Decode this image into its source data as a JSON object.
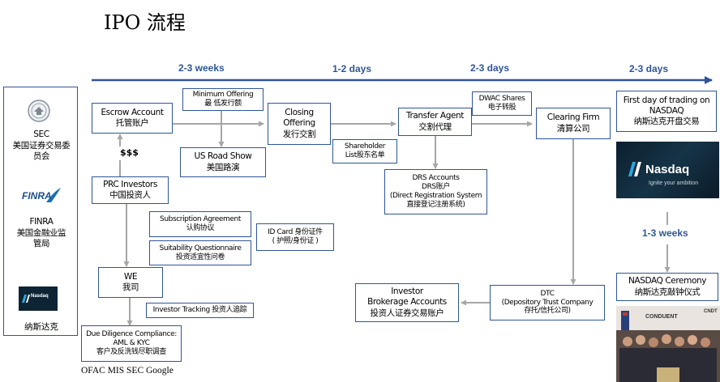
{
  "title": "IPO 流程",
  "timeline": {
    "labels": [
      "2-3 weeks",
      "1-2 days",
      "2-3 days",
      "2-3 days"
    ],
    "color": "#2f5597"
  },
  "side_panel": {
    "sec_label": [
      "SEC",
      "美国证券交易委",
      "员会"
    ],
    "finra_logo": "FINRA",
    "finra_label": [
      "FINRA",
      "美国金融业监",
      "管局"
    ],
    "nasdaq_label": "纳斯达克",
    "mini_logo": "Nasdaq"
  },
  "nodes": {
    "escrow": [
      "Escrow Account",
      "托管账户"
    ],
    "minimum_offering": [
      "Minimum Offering",
      "最 低发行额"
    ],
    "us_road_show": [
      "US Road Show",
      "美国路演"
    ],
    "closing_offering": [
      "Closing",
      "Offering",
      "发行交割"
    ],
    "shareholder_list": [
      "Shareholder",
      "List股东名单"
    ],
    "transfer_agent": [
      "Transfer Agent",
      "交割代理"
    ],
    "dwac": [
      "DWAC Shares",
      "电子转股"
    ],
    "clearing_firm": [
      "Clearing Firm",
      "清算公司"
    ],
    "first_day": [
      "First day of trading on",
      "NASDAQ",
      "纳斯达克开盘交易"
    ],
    "drs": [
      "DRS Accounts",
      "DRS账户",
      "(Direct Registration System",
      "直接登记注册系统)"
    ],
    "prc_investors": [
      "PRC Investors",
      "中国投资人"
    ],
    "subscription": [
      "Subscription Agreement",
      "认购协议"
    ],
    "suitability": [
      "Suitability Questionnaire",
      "投资适宜性问卷"
    ],
    "id_card": [
      "ID Card 身份证件",
      "( 护照/身份证 )"
    ],
    "we": [
      "WE",
      "我司"
    ],
    "investor_tracking": [
      "Investor Tracking 投资人追踪"
    ],
    "due_diligence": [
      "Due Diligence Compliance:",
      "AML & KYC",
      "客户及反洗钱尽职调查"
    ],
    "investor_brokerage": [
      "Investor",
      "Brokerage Accounts",
      "投资人证券交易账户"
    ],
    "dtc": [
      "DTC",
      "(Depository Trust Company",
      "存托/信托公司)"
    ],
    "nasdaq_ceremony": [
      "NASDAQ Ceremony",
      "纳斯达克敲钟仪式"
    ]
  },
  "labels": {
    "dollars": "$$$",
    "one_three_weeks": "1-3 weeks",
    "footer": "OFAC  MIS  SEC Google"
  },
  "nasdaq_ad": {
    "brand": "Nasdaq",
    "tagline": "Ignite your ambition"
  },
  "photo": {
    "banner_left": "CONDUENT",
    "banner_right": "CNDT"
  }
}
